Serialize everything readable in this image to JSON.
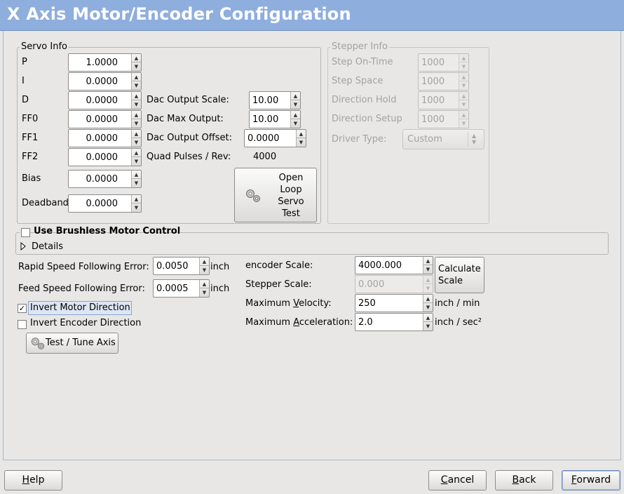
{
  "window": {
    "title": "X Axis Motor/Encoder Configuration"
  },
  "servo_info": {
    "title": "Servo Info",
    "params": [
      {
        "label": "P",
        "value": "1.0000"
      },
      {
        "label": "I",
        "value": "0.0000"
      },
      {
        "label": "D",
        "value": "0.0000"
      },
      {
        "label": "FF0",
        "value": "0.0000"
      },
      {
        "label": "FF1",
        "value": "0.0000"
      },
      {
        "label": "FF2",
        "value": "0.0000"
      },
      {
        "label": "Bias",
        "value": "0.0000"
      },
      {
        "label": "Deadband",
        "value": "0.0000"
      }
    ],
    "dac_output_scale": {
      "label": "Dac Output Scale:",
      "value": "10.00"
    },
    "dac_max_output": {
      "label": "Dac Max Output:",
      "value": "10.00"
    },
    "dac_output_offset": {
      "label": "Dac Output Offset:",
      "value": "0.0000"
    },
    "quad_pulses": {
      "label": "Quad Pulses / Rev:",
      "value": "4000"
    },
    "open_loop_button": {
      "line1": "Open",
      "line2": "Loop",
      "line3": "Servo",
      "line4": "Test",
      "icon": "gears-icon"
    }
  },
  "stepper_info": {
    "title": "Stepper Info",
    "step_on_time": {
      "label": "Step On-Time",
      "value": "1000"
    },
    "step_space": {
      "label": "Step Space",
      "value": "1000"
    },
    "direction_hold": {
      "label": "Direction Hold",
      "value": "1000"
    },
    "direction_setup": {
      "label": "Direction Setup",
      "value": "1000"
    },
    "driver_type": {
      "label": "Driver Type:",
      "value": "Custom"
    }
  },
  "brushless": {
    "label": "Use Brushless Motor Control",
    "checked": false,
    "details_label": "Details"
  },
  "following_error": {
    "rapid": {
      "label": "Rapid Speed Following Error:",
      "value": "0.0050",
      "unit": "inch"
    },
    "feed": {
      "label": "Feed Speed Following Error:",
      "value": "0.0005",
      "unit": "inch"
    }
  },
  "invert_motor": {
    "label": "Invert Motor Direction",
    "checked": true
  },
  "invert_encoder": {
    "label": "Invert Encoder Direction",
    "checked": false
  },
  "test_tune_button": {
    "label": "Test / Tune Axis",
    "icon": "gears-icon"
  },
  "scales": {
    "encoder_scale": {
      "label": "encoder Scale:",
      "value": "4000.000"
    },
    "stepper_scale": {
      "label": "Stepper Scale:",
      "value": "0.000"
    },
    "max_velocity": {
      "label_pre": "Maximum ",
      "label_u": "V",
      "label_post": "elocity:",
      "value": "250",
      "unit": "inch / min"
    },
    "max_acceleration": {
      "label_pre": "Maximum ",
      "label_u": "A",
      "label_post": "cceleration:",
      "value": "2.0",
      "unit": "inch / sec²"
    },
    "calculate_button": {
      "line1": "Calculate",
      "line2": "Scale"
    }
  },
  "footer": {
    "help": {
      "u": "H",
      "rest": "elp"
    },
    "cancel": {
      "u": "C",
      "rest": "ancel"
    },
    "back": {
      "u": "B",
      "rest": "ack"
    },
    "forward": {
      "u": "F",
      "rest": "orward"
    }
  }
}
